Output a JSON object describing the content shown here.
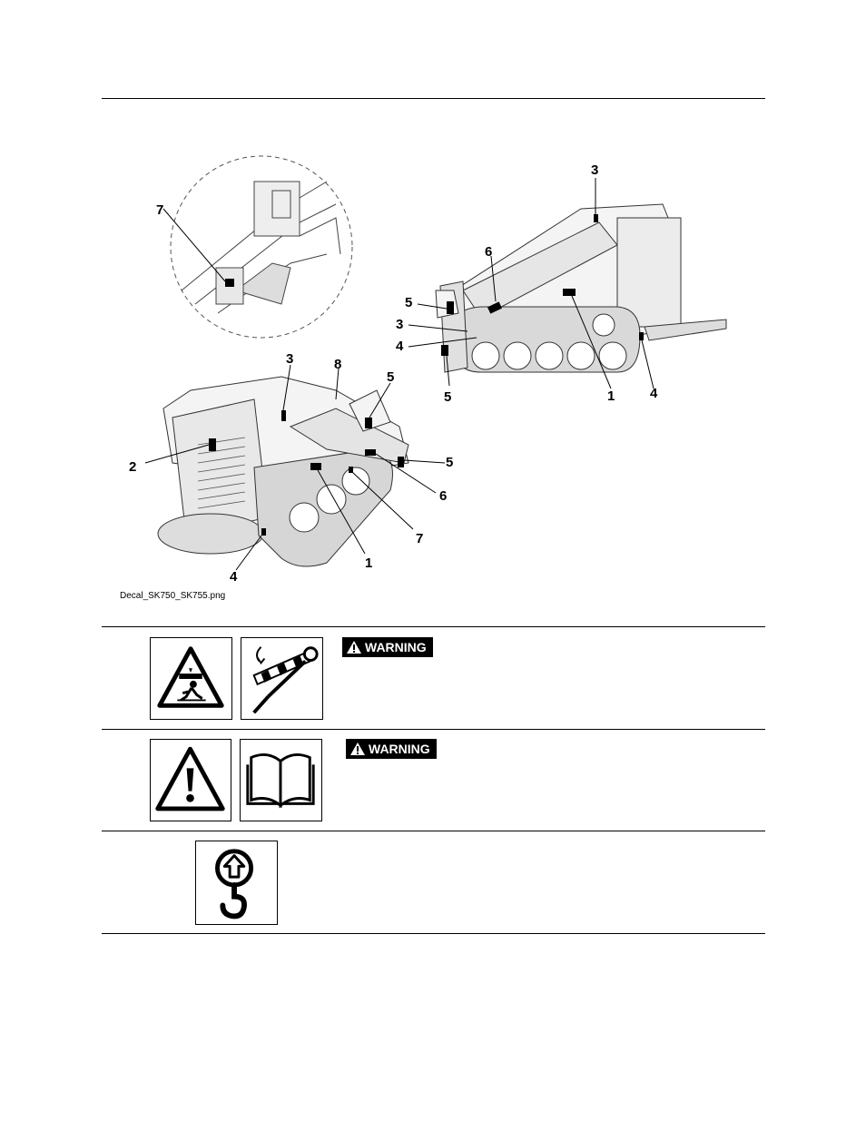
{
  "figure": {
    "caption": "Decal_SK750_SK755.png",
    "callouts": {
      "inset_7": "7",
      "right_3_top": "3",
      "right_6": "6",
      "right_5_top": "5",
      "right_3_mid": "3",
      "right_4_left": "4",
      "right_5_bottom": "5",
      "right_1": "1",
      "right_4_right": "4",
      "left_3": "3",
      "left_8": "8",
      "left_5_top": "5",
      "left_2": "2",
      "left_5_right": "5",
      "left_6": "6",
      "left_7": "7",
      "left_1": "1",
      "left_4": "4"
    }
  },
  "decals": [
    {
      "badge": "WARNING",
      "icons": [
        "crush-hazard-icon",
        "lift-arm-support-icon"
      ]
    },
    {
      "badge": "WARNING",
      "icons": [
        "caution-exclamation-icon",
        "operator-manual-icon"
      ]
    },
    {
      "badge": "",
      "icons": [
        "lift-point-hook-icon"
      ]
    }
  ]
}
